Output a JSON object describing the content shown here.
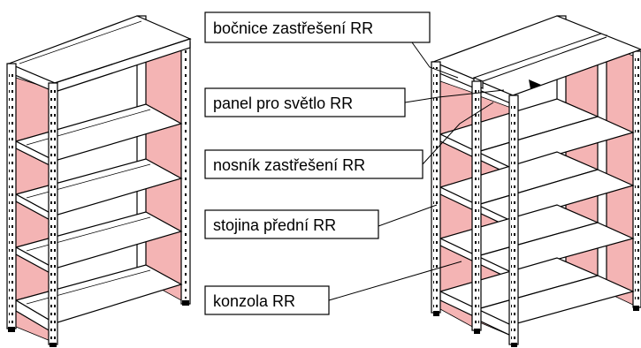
{
  "colors": {
    "panel_fill": "#f4b4b4",
    "outline": "#000000",
    "background": "#ffffff"
  },
  "labels": {
    "bocnice": "bočnice zastřešení RR",
    "panel": "panel pro světlo RR",
    "nosnik": "nosník zastřešení RR",
    "stojina": "stojina přední RR",
    "konzola": "konzola RR"
  }
}
